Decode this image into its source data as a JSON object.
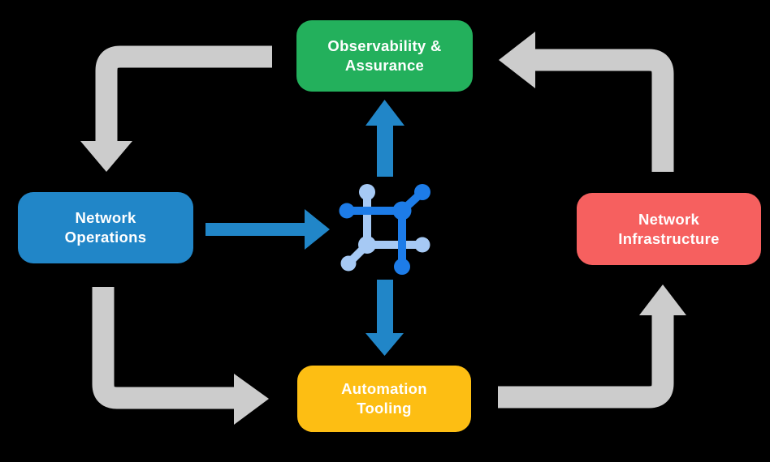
{
  "background": "#000000",
  "colors": {
    "background": "#000000",
    "green": "#23b05c",
    "blue": "#2186c8",
    "red": "#f6605f",
    "yellow": "#fdbe13",
    "blue-arrow": "#2186c8",
    "gray-arrow": "#cccccc",
    "icon-bright": "#1d7ce8",
    "icon-light": "#a6c9f4",
    "label-text": "#ffffff"
  },
  "nodes": {
    "observability": {
      "line1": "Observability &",
      "line2": "Assurance"
    },
    "operations": {
      "line1": "Network",
      "line2": "Operations"
    },
    "infrastructure": {
      "line1": "Network",
      "line2": "Infrastructure"
    },
    "automation": {
      "line1": "Automation",
      "line2": "Tooling"
    }
  },
  "center_icon": {
    "name": "network-mesh-icon"
  },
  "chart_data": {
    "type": "diagram",
    "nodes": [
      "Observability & Assurance",
      "Network Operations",
      "Network Infrastructure",
      "Automation Tooling",
      "network-mesh-icon (center)"
    ],
    "edges": [
      {
        "from": "Observability & Assurance",
        "to": "Network Operations",
        "style": "gray-elbow-arrow"
      },
      {
        "from": "Network Operations",
        "to": "Automation Tooling",
        "style": "gray-elbow-arrow"
      },
      {
        "from": "Automation Tooling",
        "to": "Network Infrastructure",
        "style": "gray-elbow-arrow"
      },
      {
        "from": "Network Infrastructure",
        "to": "Observability & Assurance",
        "style": "gray-elbow-arrow"
      },
      {
        "from": "Network Operations",
        "to": "center-icon",
        "style": "blue-straight-arrow"
      },
      {
        "from": "center-icon",
        "to": "Observability & Assurance",
        "style": "blue-straight-arrow"
      },
      {
        "from": "center-icon",
        "to": "Automation Tooling",
        "style": "blue-straight-arrow"
      }
    ]
  }
}
